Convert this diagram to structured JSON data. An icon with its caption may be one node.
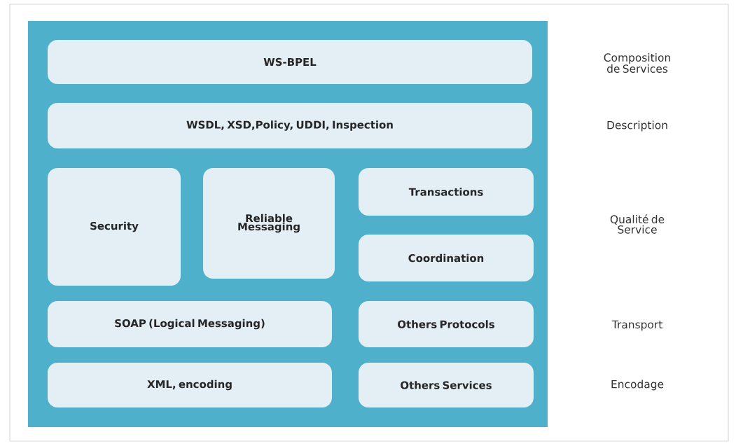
{
  "diagram": {
    "nodes": [
      {
        "text": [],
        "shape": "box"
      },
      {
        "text": [
          "WS-BPEL"
        ],
        "in": 0
      },
      {
        "text": [
          "WSDL, XSD,Policy, UDDI, Inspection"
        ],
        "in": 0
      },
      {
        "text": [
          "Security"
        ],
        "in": 0
      },
      {
        "text": [
          "Reliable Messaging"
        ],
        "in": 0
      },
      {
        "text": [
          "Transactions"
        ],
        "in": 0
      },
      {
        "text": [
          "Coordination"
        ],
        "in": 0
      },
      {
        "text": [
          "SOAP (Logical Messaging)"
        ],
        "in": 0
      },
      {
        "text": [
          "Others Protocols"
        ],
        "in": 0
      },
      {
        "text": [
          "XML, encoding"
        ],
        "in": 0
      },
      {
        "text": [
          "Others Services"
        ],
        "in": 0
      }
    ],
    "labels": [
      "Composition de Services",
      "Description",
      "Qualité de Service",
      "Transport",
      "Encodage"
    ]
  }
}
